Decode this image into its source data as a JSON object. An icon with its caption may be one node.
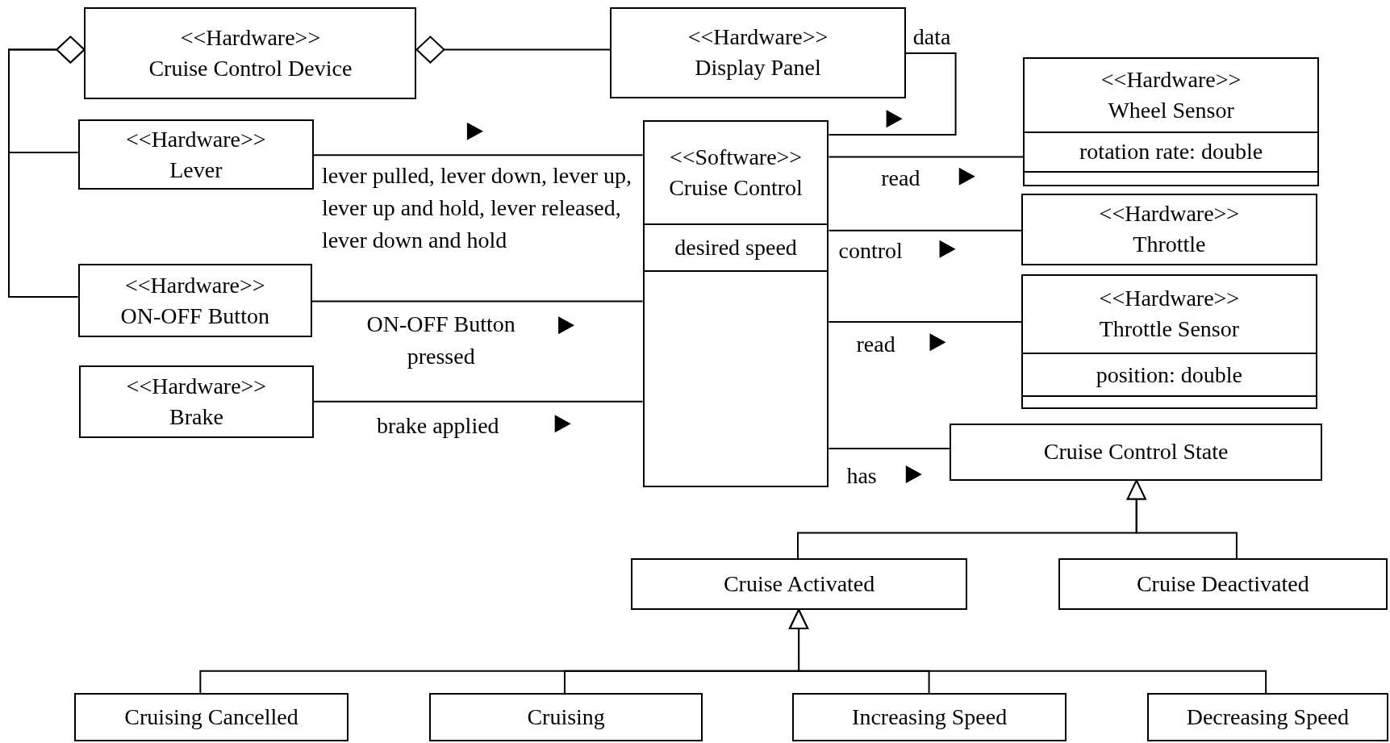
{
  "diagram": {
    "nodes": [
      {
        "text": [
          "<<Hardware>>",
          "Cruise Control Device"
        ]
      },
      {
        "text": [
          "<<Hardware>>",
          "Display Panel"
        ]
      },
      {
        "text": [
          "<<Hardware>>",
          "Wheel Sensor",
          "rotation rate: double"
        ]
      },
      {
        "text": [
          "<<Hardware>>",
          "Lever"
        ]
      },
      {
        "text": [
          "<<Software>>",
          "Cruise Control",
          "desired speed"
        ]
      },
      {
        "text": [
          "<<Hardware>>",
          "Throttle"
        ]
      },
      {
        "text": [
          "<<Hardware>>",
          "ON-OFF Button"
        ]
      },
      {
        "text": [
          "<<Hardware>>",
          "Throttle Sensor",
          "position: double"
        ]
      },
      {
        "text": [
          "<<Hardware>>",
          "Brake"
        ]
      },
      {
        "text": [
          "Cruise Control State"
        ]
      },
      {
        "text": [
          "Cruise Activated"
        ]
      },
      {
        "text": [
          "Cruise Deactivated"
        ]
      },
      {
        "text": [
          "Cruising Cancelled"
        ]
      },
      {
        "text": [
          "Cruising"
        ]
      },
      {
        "text": [
          "Increasing Speed"
        ]
      },
      {
        "text": [
          "Decreasing Speed"
        ]
      }
    ],
    "edges": [
      {
        "from": 3,
        "to": 0,
        "arrow": "other"
      },
      {
        "from": 6,
        "to": 0,
        "arrow": "other"
      },
      {
        "from": 1,
        "to": 0,
        "arrow": "other"
      },
      {
        "from": 1,
        "to": 4,
        "arrow": "none",
        "label": "data"
      },
      {
        "from": 3,
        "to": 4,
        "arrow": "none",
        "label": "lever pulled, lever down, lever up, lever up and hold, lever released, lever down and hold"
      },
      {
        "from": 6,
        "to": 4,
        "arrow": "none",
        "label": "ON-OFF Button pressed"
      },
      {
        "from": 8,
        "to": 4,
        "arrow": "none",
        "label": "brake applied"
      },
      {
        "from": 4,
        "to": 2,
        "arrow": "none",
        "label": "read"
      },
      {
        "from": 4,
        "to": 5,
        "arrow": "none",
        "label": "control"
      },
      {
        "from": 4,
        "to": 7,
        "arrow": "none",
        "label": "read"
      },
      {
        "from": 4,
        "to": 9,
        "arrow": "none",
        "label": "has"
      },
      {
        "from": 10,
        "to": 9,
        "arrow": "to"
      },
      {
        "from": 11,
        "to": 9,
        "arrow": "to"
      },
      {
        "from": 12,
        "to": 10,
        "arrow": "to"
      },
      {
        "from": 13,
        "to": 10,
        "arrow": "to"
      },
      {
        "from": 14,
        "to": 10,
        "arrow": "to"
      },
      {
        "from": 15,
        "to": 10,
        "arrow": "to"
      }
    ]
  }
}
